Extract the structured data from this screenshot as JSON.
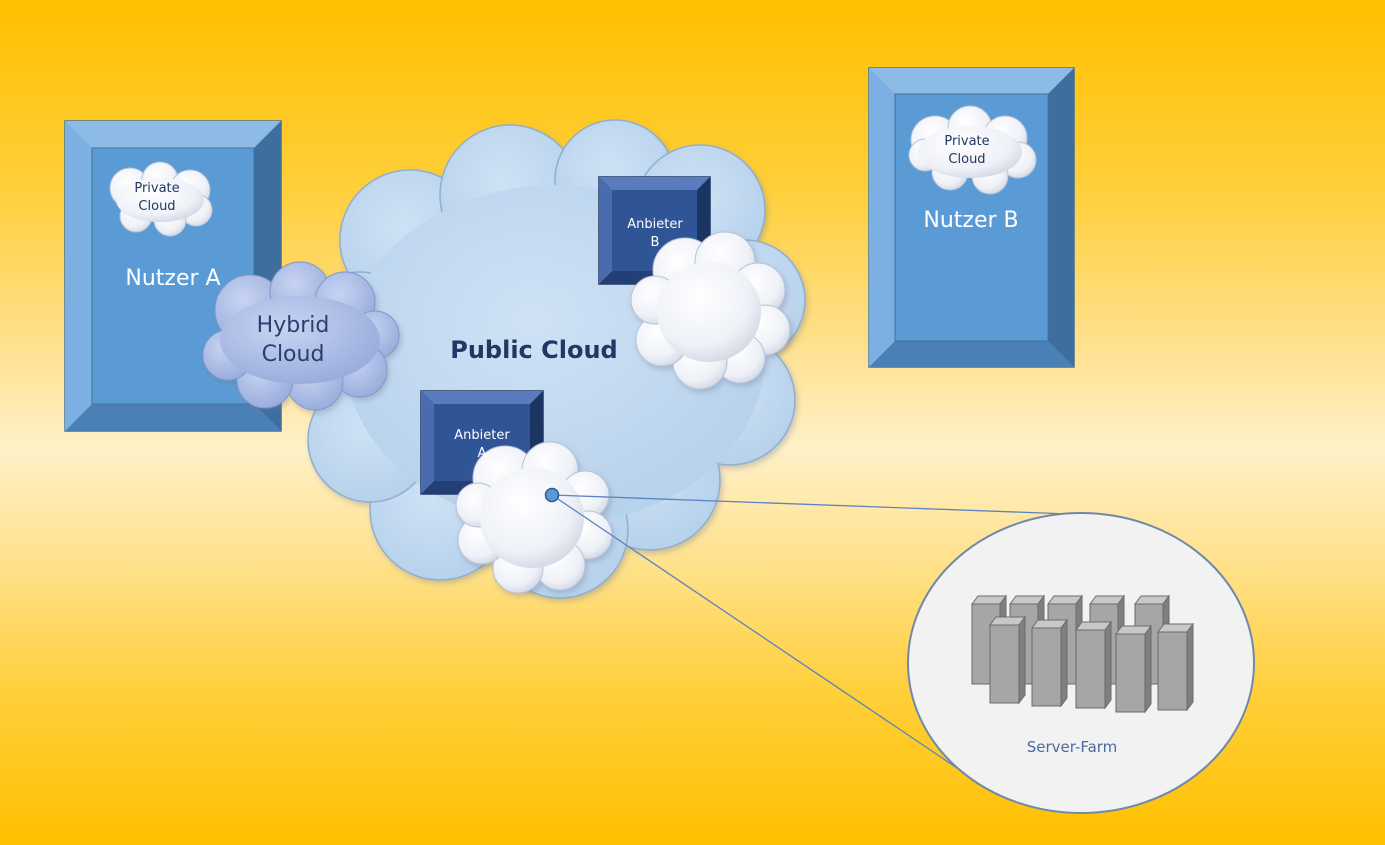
{
  "nodes": {
    "user_a": {
      "label": "Nutzer A",
      "private_cloud": {
        "line1": "Private",
        "line2": "Cloud"
      }
    },
    "user_b": {
      "label": "Nutzer B",
      "private_cloud": {
        "line1": "Private",
        "line2": "Cloud"
      }
    },
    "hybrid_cloud": {
      "line1": "Hybrid",
      "line2": "Cloud"
    },
    "public_cloud": {
      "label": "Public Cloud"
    },
    "provider_a": {
      "line1": "Anbieter",
      "line2": "A"
    },
    "provider_b": {
      "line1": "Anbieter",
      "line2": "B"
    },
    "server_farm": {
      "label": "Server-Farm"
    }
  },
  "colors": {
    "background_top": "#ffc000",
    "background_mid": "#fff0c8",
    "user_box": "#5b9bd5",
    "provider_box": "#2f5597",
    "public_cloud": "#bdd7ee",
    "server_farm_bg": "#f2f2f2",
    "server": "#a6a6a6"
  }
}
